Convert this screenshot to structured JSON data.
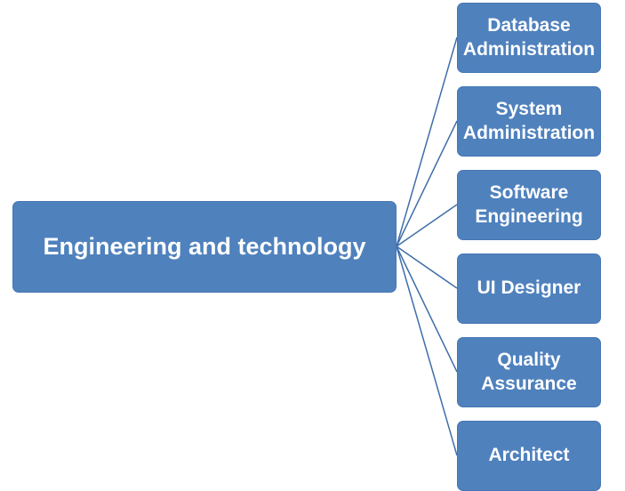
{
  "diagram": {
    "root": {
      "label": "Engineering and technology"
    },
    "children": [
      {
        "label": "Database\nAdministration"
      },
      {
        "label": "System\nAdministration"
      },
      {
        "label": "Software\nEngineering"
      },
      {
        "label": "UI Designer"
      },
      {
        "label": "Quality\nAssurance"
      },
      {
        "label": "Architect"
      }
    ],
    "colors": {
      "box_fill": "#4f81bd",
      "box_text": "#ffffff",
      "connector": "#3f6ea8"
    }
  }
}
